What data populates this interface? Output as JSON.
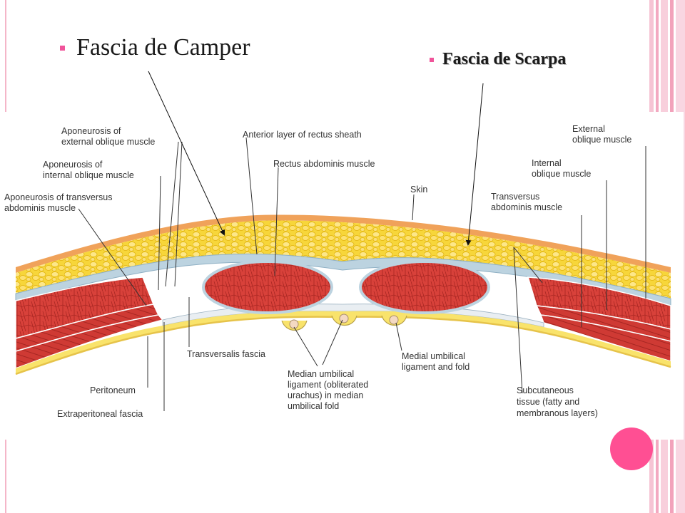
{
  "titles": {
    "camper": "Fascia de Camper",
    "scarpa": "Fascia de Scarpa"
  },
  "labels": {
    "aponeurosis_external_1": "Aponeurosis of",
    "aponeurosis_external_2": "external oblique muscle",
    "aponeurosis_internal_1": "Aponeurosis of",
    "aponeurosis_internal_2": "internal oblique muscle",
    "aponeurosis_transversus_1": "Aponeurosis of transversus",
    "aponeurosis_transversus_2": "abdominis muscle",
    "anterior_layer": "Anterior layer of rectus sheath",
    "rectus_abdominis": "Rectus abdominis muscle",
    "skin": "Skin",
    "external_oblique_1": "External",
    "external_oblique_2": "oblique muscle",
    "internal_oblique_1": "Internal",
    "internal_oblique_2": "oblique muscle",
    "transversus_1": "Transversus",
    "transversus_2": "abdominis muscle",
    "transversalis_fascia": "Transversalis fascia",
    "peritoneum": "Peritoneum",
    "extraperitoneal_fascia": "Extraperitoneal fascia",
    "median_umbilical_1": "Median umbilical",
    "median_umbilical_2": "ligament (obliterated",
    "median_umbilical_3": "urachus) in median",
    "median_umbilical_4": "umbilical fold",
    "medial_umbilical_1": "Medial umbilical",
    "medial_umbilical_2": "ligament and fold",
    "subcutaneous_1": "Subcutaneous",
    "subcutaneous_2": "tissue (fatty and",
    "subcutaneous_3": "membranous layers)"
  },
  "colors": {
    "accent_pink": "#f0549a",
    "dot_pink": "#ff4f93",
    "fat_yellow": "#f7d63a",
    "muscle_red": "#d8413a",
    "fascia_blue": "#bcd3e0",
    "skin_orange": "#f0a25a"
  },
  "icons": {
    "bullet": "square-bullet-icon"
  }
}
